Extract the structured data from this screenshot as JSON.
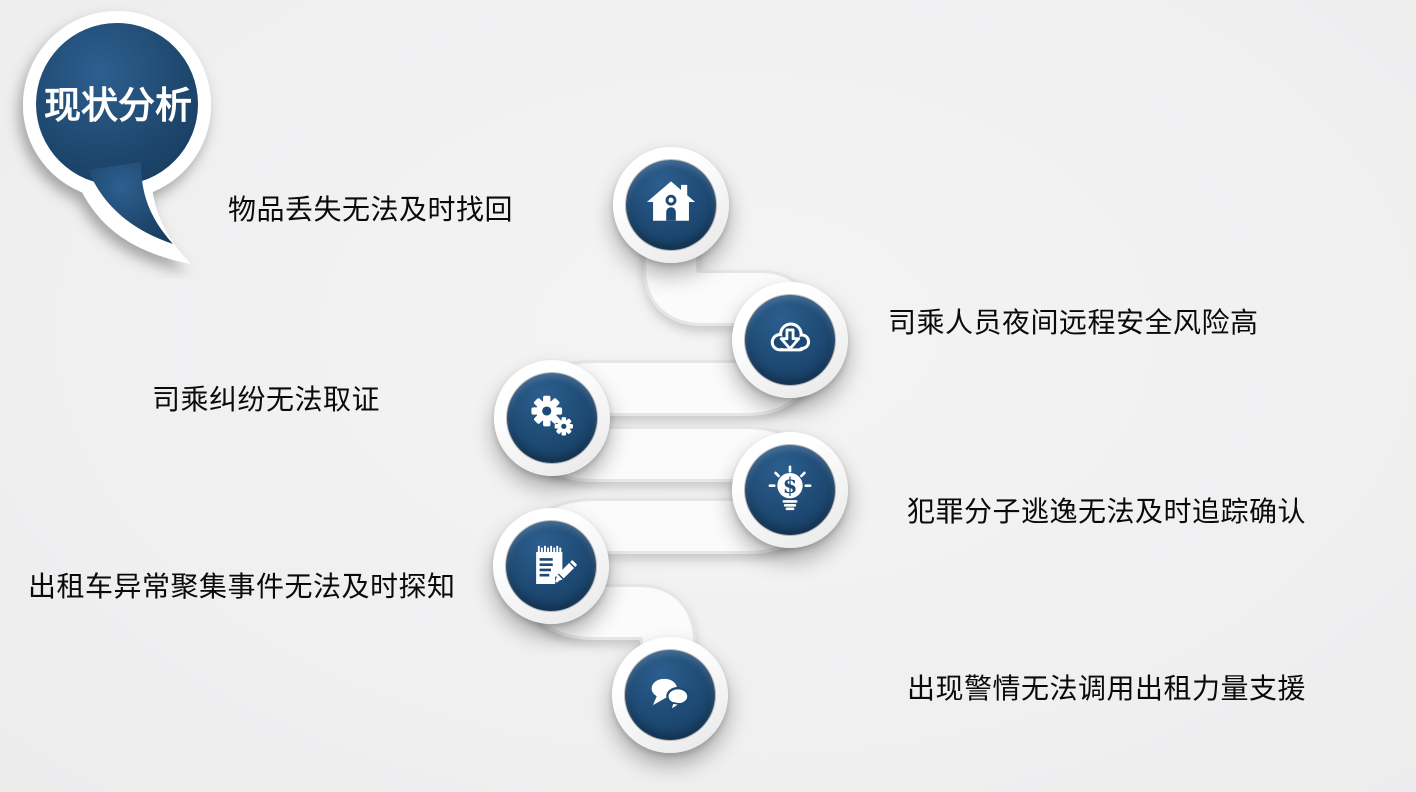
{
  "slide": {
    "title": "现状分析"
  },
  "items": [
    {
      "label": "物品丢失无法及时找回",
      "icon": "home-icon",
      "side": "left"
    },
    {
      "label": "司乘人员夜间远程安全风险高",
      "icon": "cloud-download-icon",
      "side": "right"
    },
    {
      "label": "司乘纠纷无法取证",
      "icon": "gears-icon",
      "side": "left"
    },
    {
      "label": "犯罪分子逃逸无法及时追踪确认",
      "icon": "bulb-dollar-icon",
      "side": "right"
    },
    {
      "label": "出租车异常聚集事件无法及时探知",
      "icon": "notepad-pencil-icon",
      "side": "left"
    },
    {
      "label": "出现警情无法调用出租力量支援",
      "icon": "chat-bubbles-icon",
      "side": "right"
    }
  ],
  "icons": {
    "dollar_glyph": "$"
  },
  "colors": {
    "navy": "#1d4a74",
    "navy_light": "#2c5e8e",
    "navy_dark": "#143a5e",
    "background": "#f1f1f2",
    "ribbon": "#fbfbfb",
    "label_text": "#0a0a0a",
    "title_text": "#ffffff"
  }
}
